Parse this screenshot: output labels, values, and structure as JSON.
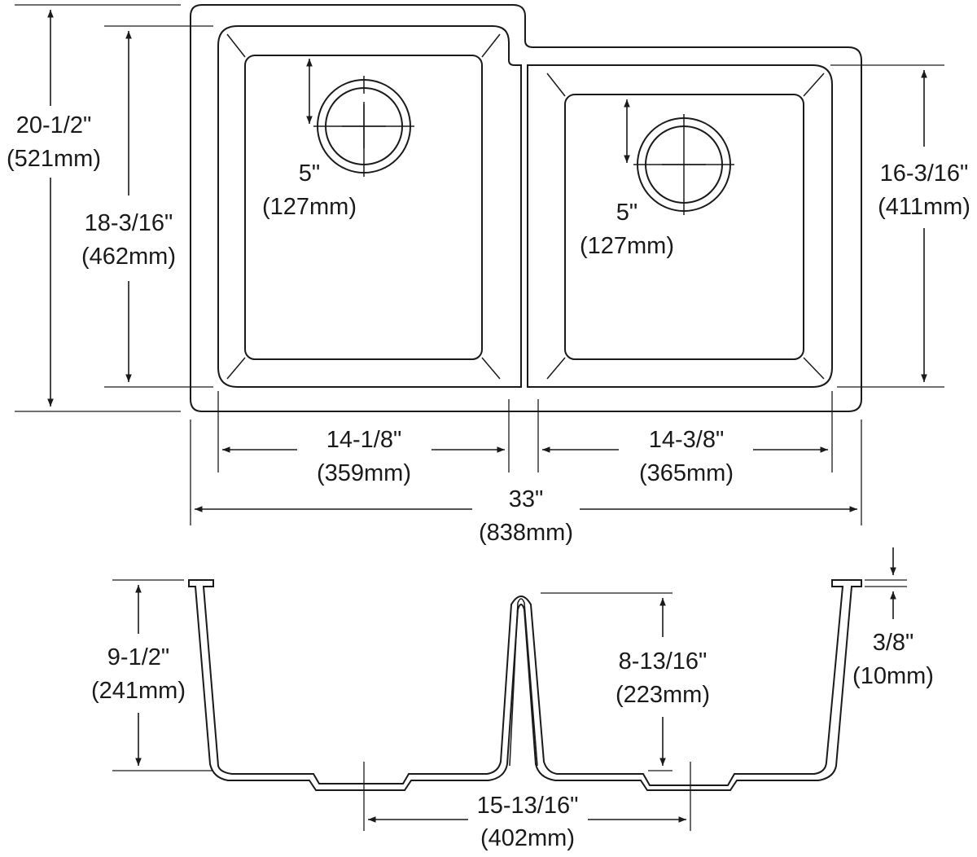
{
  "top_view": {
    "overall_depth": {
      "imperial": "20-1/2\"",
      "metric": "(521mm)"
    },
    "left_bowl_depth": {
      "imperial": "18-3/16\"",
      "metric": "(462mm)"
    },
    "right_bowl_depth": {
      "imperial": "16-3/16\"",
      "metric": "(411mm)"
    },
    "left_drain_offset": {
      "imperial": "5\"",
      "metric": "(127mm)"
    },
    "right_drain_offset": {
      "imperial": "5\"",
      "metric": "(127mm)"
    },
    "left_bowl_width": {
      "imperial": "14-1/8\"",
      "metric": "(359mm)"
    },
    "right_bowl_width": {
      "imperial": "14-3/8\"",
      "metric": "(365mm)"
    },
    "overall_width": {
      "imperial": "33\"",
      "metric": "(838mm)"
    }
  },
  "front_view": {
    "left_bowl_height": {
      "imperial": "9-1/2\"",
      "metric": "(241mm)"
    },
    "right_bowl_height": {
      "imperial": "8-13/16\"",
      "metric": "(223mm)"
    },
    "rim_thickness": {
      "imperial": "3/8\"",
      "metric": "(10mm)"
    },
    "drain_spacing": {
      "imperial": "15-13/16\"",
      "metric": "(402mm)"
    }
  }
}
